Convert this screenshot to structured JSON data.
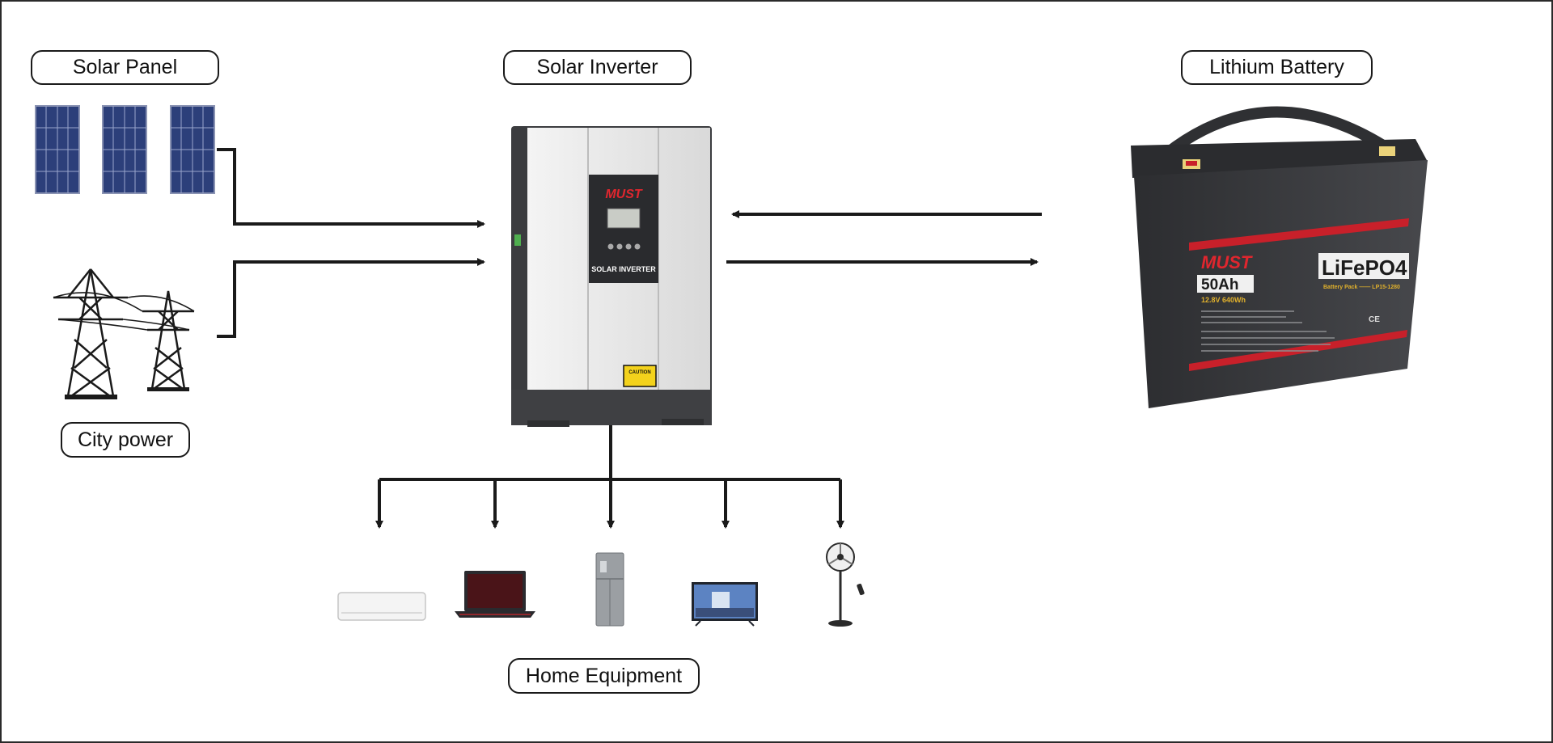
{
  "labels": {
    "solar_panel": "Solar Panel",
    "solar_inverter": "Solar Inverter",
    "lithium_battery": "Lithium Battery",
    "city_power": "City power",
    "home_equipment": "Home Equipment"
  },
  "inverter": {
    "brand": "MUST",
    "model_text": "SOLAR INVERTER",
    "caution_text": "CAUTION"
  },
  "battery": {
    "brand": "MUST",
    "chemistry": "LiFePO4",
    "capacity": "50Ah",
    "rating": "12.8V  640Wh",
    "subtitle": "Battery Pack —— LP15-1280"
  },
  "colors": {
    "line": "#1a1a1a",
    "battery_body": "#3a3b3e",
    "battery_stripe": "#c8202a",
    "inverter_panel": "#e9e9e9",
    "panel_cell": "#2c3f7a"
  },
  "appliances": [
    "air-conditioner",
    "laptop",
    "refrigerator",
    "television",
    "standing-fan"
  ]
}
